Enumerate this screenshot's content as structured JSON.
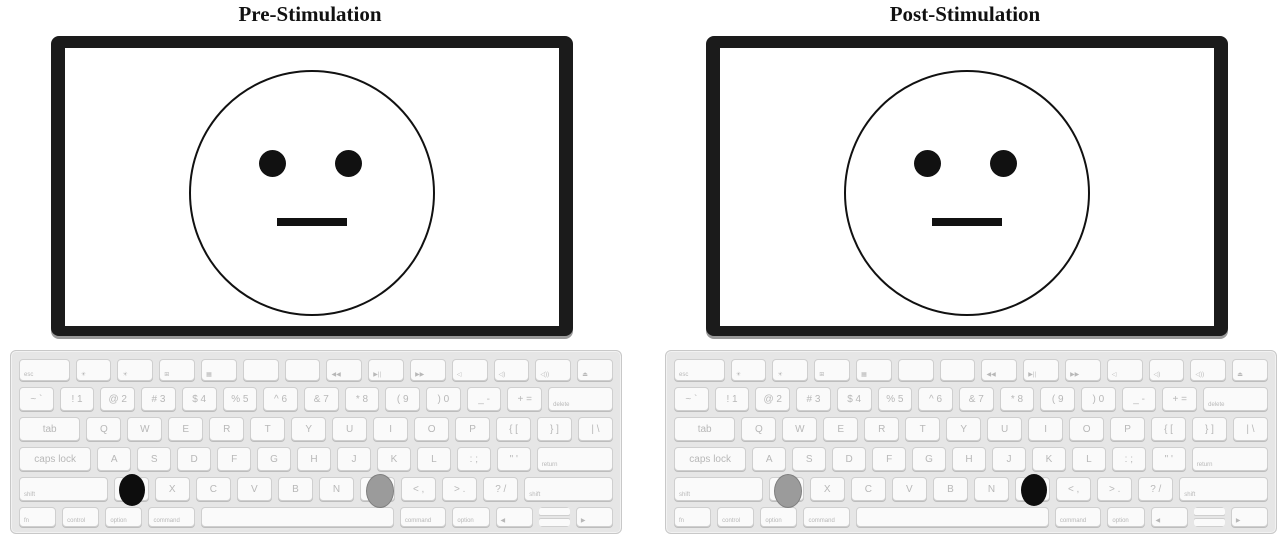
{
  "panels": [
    {
      "title": "Pre-Stimulation",
      "black_dot_key": "Z",
      "gray_dot_key": "M"
    },
    {
      "title": "Post-Stimulation",
      "black_dot_key": "M",
      "gray_dot_key": "Z"
    }
  ],
  "keyboard": {
    "fn_row": [
      "esc",
      "☀",
      "☀",
      "⊞",
      "▦",
      "",
      "",
      "◀◀",
      "▶||",
      "▶▶",
      "◁",
      "◁)",
      "◁))",
      "⏏"
    ],
    "number_row": [
      "~ `",
      "! 1",
      "@ 2",
      "# 3",
      "$ 4",
      "% 5",
      "^ 6",
      "& 7",
      "* 8",
      "( 9",
      ") 0",
      "_ -",
      "+ =",
      "delete"
    ],
    "qwerty_row": [
      "tab",
      "Q",
      "W",
      "E",
      "R",
      "T",
      "Y",
      "U",
      "I",
      "O",
      "P",
      "{ [",
      "} ]",
      "| \\"
    ],
    "asdf_row": [
      "caps lock",
      "A",
      "S",
      "D",
      "F",
      "G",
      "H",
      "J",
      "K",
      "L",
      ": ;",
      "\" '",
      "return"
    ],
    "zxcv_row": [
      "shift",
      "Z",
      "X",
      "C",
      "V",
      "B",
      "N",
      "M",
      "< ,",
      "> .",
      "? /",
      "shift"
    ],
    "bottom_row": [
      "fn",
      "control",
      "option",
      "command",
      "",
      "command",
      "option",
      "◀",
      "",
      "▶"
    ]
  },
  "colors": {
    "black_dot": "#0d0d0d",
    "gray_dot": "#9b9b9b",
    "monitor_frame": "#1b1b1b"
  }
}
